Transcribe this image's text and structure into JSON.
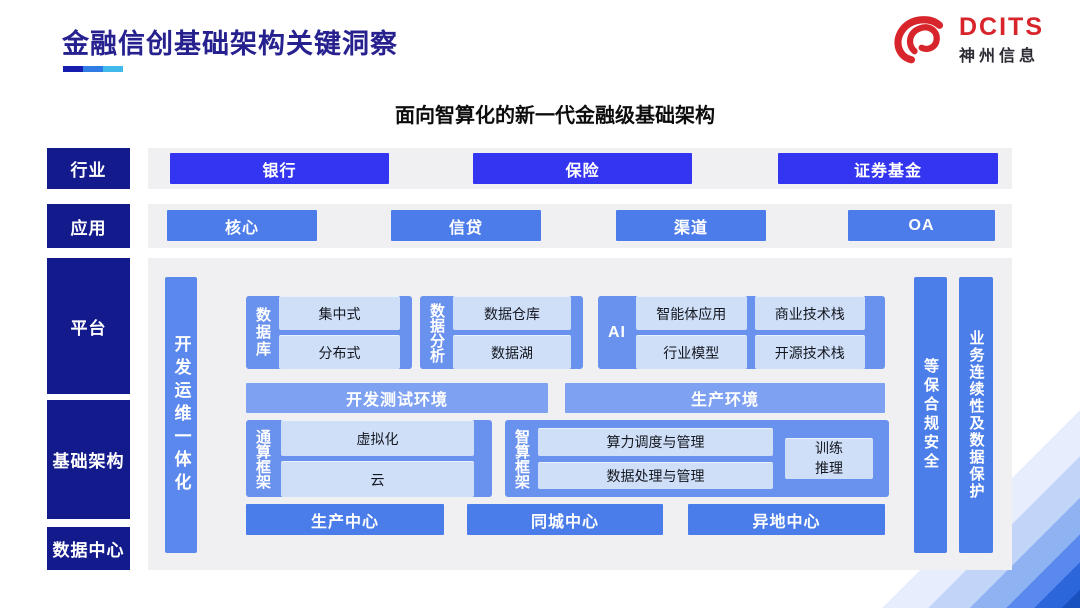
{
  "header": {
    "title": "金融信创基础架构关键洞察",
    "subtitle": "面向智算化的新一代金融级基础架构",
    "logo": {
      "brand": "DCITS",
      "company": "神州信息"
    }
  },
  "side_labels": {
    "industry": "行业",
    "application": "应用",
    "platform": "平台",
    "infrastructure": "基础架构",
    "datacenter": "数据中心"
  },
  "industry_row": {
    "items": [
      "银行",
      "保险",
      "证券基金"
    ]
  },
  "application_row": {
    "items": [
      "核心",
      "信贷",
      "渠道",
      "OA"
    ]
  },
  "platform_area": {
    "devops_bar": "开发运维一体化",
    "groups": [
      {
        "label": "数据库",
        "items": [
          "集中式",
          "分布式"
        ]
      },
      {
        "label": "数据分析",
        "items": [
          "数据仓库",
          "数据湖"
        ]
      },
      {
        "label": "AI",
        "items": [
          "智能体应用",
          "商业技术栈",
          "行业模型",
          "开源技术栈"
        ]
      }
    ],
    "env_bars": [
      "开发测试环境",
      "生产环境"
    ],
    "frameworks": [
      {
        "label": "通算框架",
        "items": [
          "虚拟化",
          "云"
        ]
      },
      {
        "label": "智算框架",
        "items": [
          "算力调度与管理",
          "数据处理与管理"
        ],
        "side_box": [
          "训练",
          "推理"
        ]
      }
    ],
    "centers": [
      "生产中心",
      "同城中心",
      "异地中心"
    ],
    "right_bars": [
      "等保合规安全",
      "业务连续性及数据保护"
    ]
  },
  "colors": {
    "title_text": "#26218f",
    "navy_label": "#131a8b",
    "industry_button": "#3335f1",
    "application_button": "#4b7ce9",
    "group_container": "#6991ee",
    "env_bar": "#7fa1f1",
    "inner_box": "#cfdff8",
    "devops_bar": "#5b88ed",
    "right_bar": "#4c7ee9",
    "track_background": "#f0f0f2",
    "logo_red": "#d8252c",
    "underline_segments": [
      "#151cae",
      "#2e7ce4",
      "#41b9eb"
    ]
  }
}
